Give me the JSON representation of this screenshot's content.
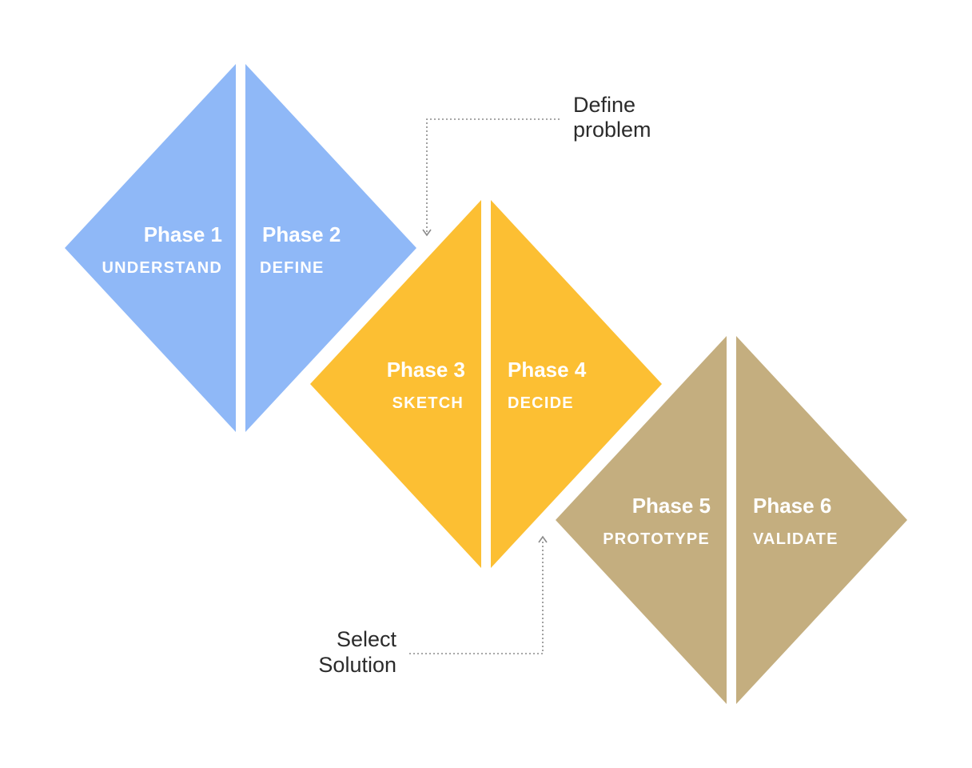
{
  "colors": {
    "blue": "#8fb8f7",
    "yellow": "#fcbf33",
    "tan": "#c4ae7f",
    "text_on_shape": "#ffffff",
    "annotation_text": "#2b2b2b",
    "connector": "#8a8a8a"
  },
  "phases": [
    {
      "number": "Phase 1",
      "name": "UNDERSTAND"
    },
    {
      "number": "Phase 2",
      "name": "DEFINE"
    },
    {
      "number": "Phase 3",
      "name": "SKETCH"
    },
    {
      "number": "Phase 4",
      "name": "DECIDE"
    },
    {
      "number": "Phase 5",
      "name": "PROTOTYPE"
    },
    {
      "number": "Phase 6",
      "name": "VALIDATE"
    }
  ],
  "annotations": {
    "define_problem": {
      "line1": "Define",
      "line2": "problem"
    },
    "select_solution": {
      "line1": "Select",
      "line2": "Solution"
    }
  }
}
